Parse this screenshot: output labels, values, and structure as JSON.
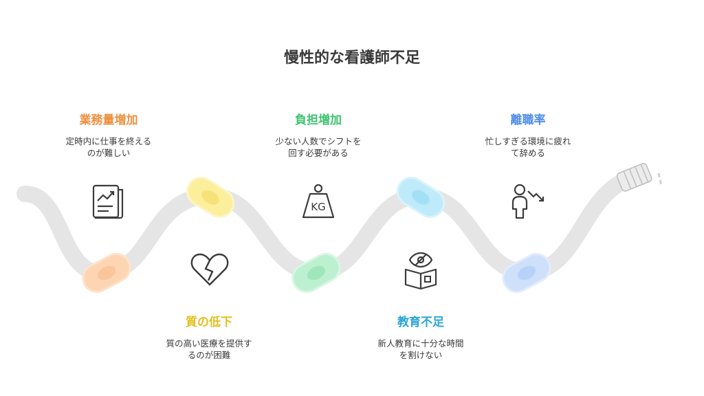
{
  "title": "慢性的な看護師不足",
  "steps": [
    {
      "heading": "業務量増加",
      "desc1": "定時内に仕事を終える",
      "desc2": "のが難しい",
      "color": "#ee8f3f",
      "icon": "report-chart-icon"
    },
    {
      "heading": "質の低下",
      "desc1": "質の高い医療を提供す",
      "desc2": "るのが困難",
      "color": "#e5be1c",
      "icon": "broken-heart-icon"
    },
    {
      "heading": "負担増加",
      "desc1": "少ない人数でシフトを",
      "desc2": "回す必要がある",
      "color": "#3cc36e",
      "icon": "kg-weight-icon"
    },
    {
      "heading": "教育不足",
      "desc1": "新人教育に十分な時間",
      "desc2": "を割けない",
      "color": "#2aa5d5",
      "icon": "book-eye-icon"
    },
    {
      "heading": "離職率",
      "desc1": "忙しすぎる環境に疲れ",
      "desc2": "て辞める",
      "color": "#4f8ee8",
      "icon": "person-leaving-icon"
    }
  ],
  "icon_text": {
    "weight": "KG"
  }
}
